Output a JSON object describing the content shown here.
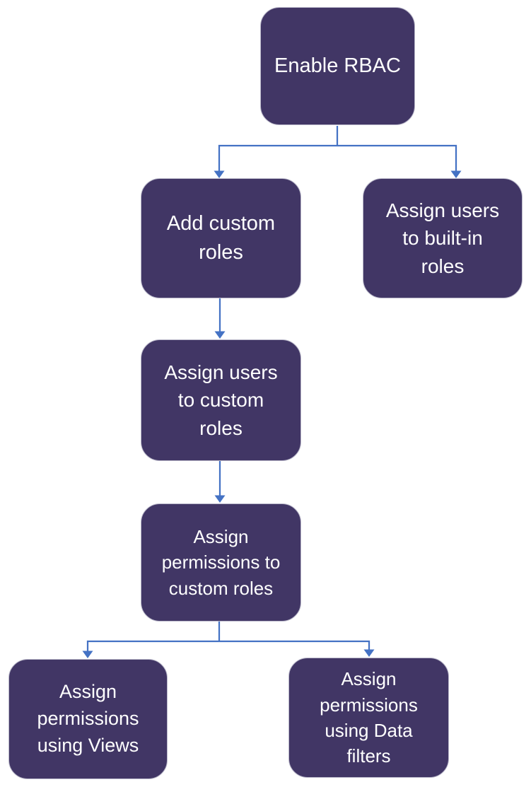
{
  "diagram": {
    "type": "flowchart",
    "nodes": [
      {
        "id": "enable-rbac",
        "label": "Enable RBAC"
      },
      {
        "id": "add-custom-roles",
        "label": "Add custom roles"
      },
      {
        "id": "assign-users-built-in",
        "label": "Assign users to built-in roles"
      },
      {
        "id": "assign-users-custom",
        "label": "Assign users to custom roles"
      },
      {
        "id": "assign-permissions-custom",
        "label": "Assign permissions to custom roles"
      },
      {
        "id": "assign-permissions-views",
        "label": "Assign permissions using Views"
      },
      {
        "id": "assign-permissions-filters",
        "label": "Assign permissions using Data filters"
      }
    ],
    "edges": [
      {
        "from": "enable-rbac",
        "to": "add-custom-roles"
      },
      {
        "from": "enable-rbac",
        "to": "assign-users-built-in"
      },
      {
        "from": "add-custom-roles",
        "to": "assign-users-custom"
      },
      {
        "from": "assign-users-custom",
        "to": "assign-permissions-custom"
      },
      {
        "from": "assign-permissions-custom",
        "to": "assign-permissions-views"
      },
      {
        "from": "assign-permissions-custom",
        "to": "assign-permissions-filters"
      }
    ],
    "colors": {
      "node_fill": "#413665",
      "node_border": "#b9b7c9",
      "node_text": "#ffffff",
      "connector": "#4472C4",
      "background": "#ffffff"
    }
  }
}
